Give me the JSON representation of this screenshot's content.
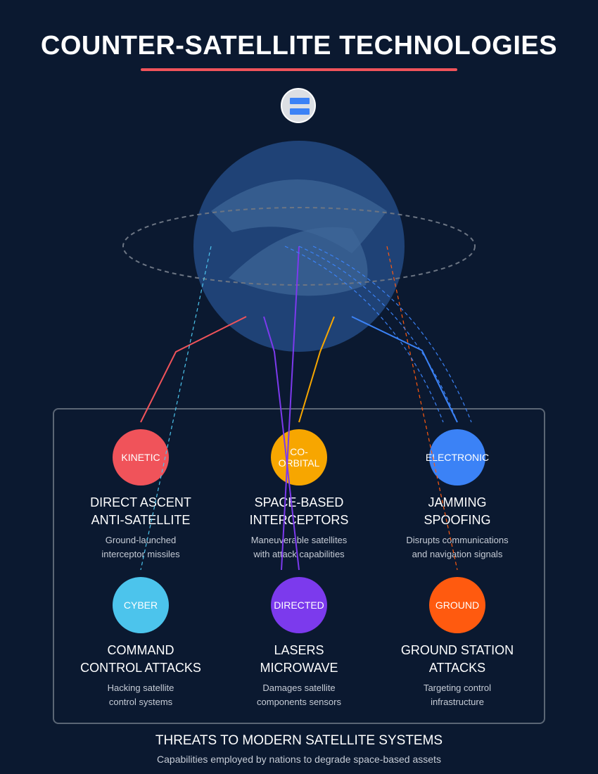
{
  "title": "COUNTER-SATELLITE TECHNOLOGIES",
  "colors": {
    "background": "#0b1930",
    "accent_red": "#f0535a",
    "kinetic": "#f0535a",
    "co_orbital": "#f7a600",
    "electronic": "#3b82f6",
    "cyber": "#4cc4ec",
    "directed": "#7c3aed",
    "ground": "#ff5a0f"
  },
  "icons": {
    "badge": "satellite-icon",
    "globe": "earth-globe-icon"
  },
  "threats": [
    {
      "tag": "KINETIC",
      "heading": [
        "DIRECT ASCENT",
        "ANTI-SATELLITE"
      ],
      "description": [
        "Ground-launched",
        "interceptor missiles"
      ]
    },
    {
      "tag": "CO-ORBITAL",
      "heading": [
        "SPACE-BASED",
        "INTERCEPTORS"
      ],
      "description": [
        "Maneuverable satellites",
        "with attack capabilities"
      ]
    },
    {
      "tag": "ELECTRONIC",
      "heading": [
        "JAMMING",
        "SPOOFING"
      ],
      "description": [
        "Disrupts communications",
        "and navigation signals"
      ]
    },
    {
      "tag": "CYBER",
      "heading": [
        "COMMAND",
        "CONTROL ATTACKS"
      ],
      "description": [
        "Hacking satellite",
        "control systems"
      ]
    },
    {
      "tag": "DIRECTED",
      "heading": [
        "LASERS",
        "MICROWAVE"
      ],
      "description": [
        "Damages satellite",
        "components sensors"
      ]
    },
    {
      "tag": "GROUND",
      "heading": [
        "GROUND STATION",
        "ATTACKS"
      ],
      "description": [
        "Targeting control",
        "infrastructure"
      ]
    }
  ],
  "footer": {
    "title": "THREATS TO MODERN SATELLITE SYSTEMS",
    "subtitle": "Capabilities employed by nations to degrade space-based assets"
  }
}
